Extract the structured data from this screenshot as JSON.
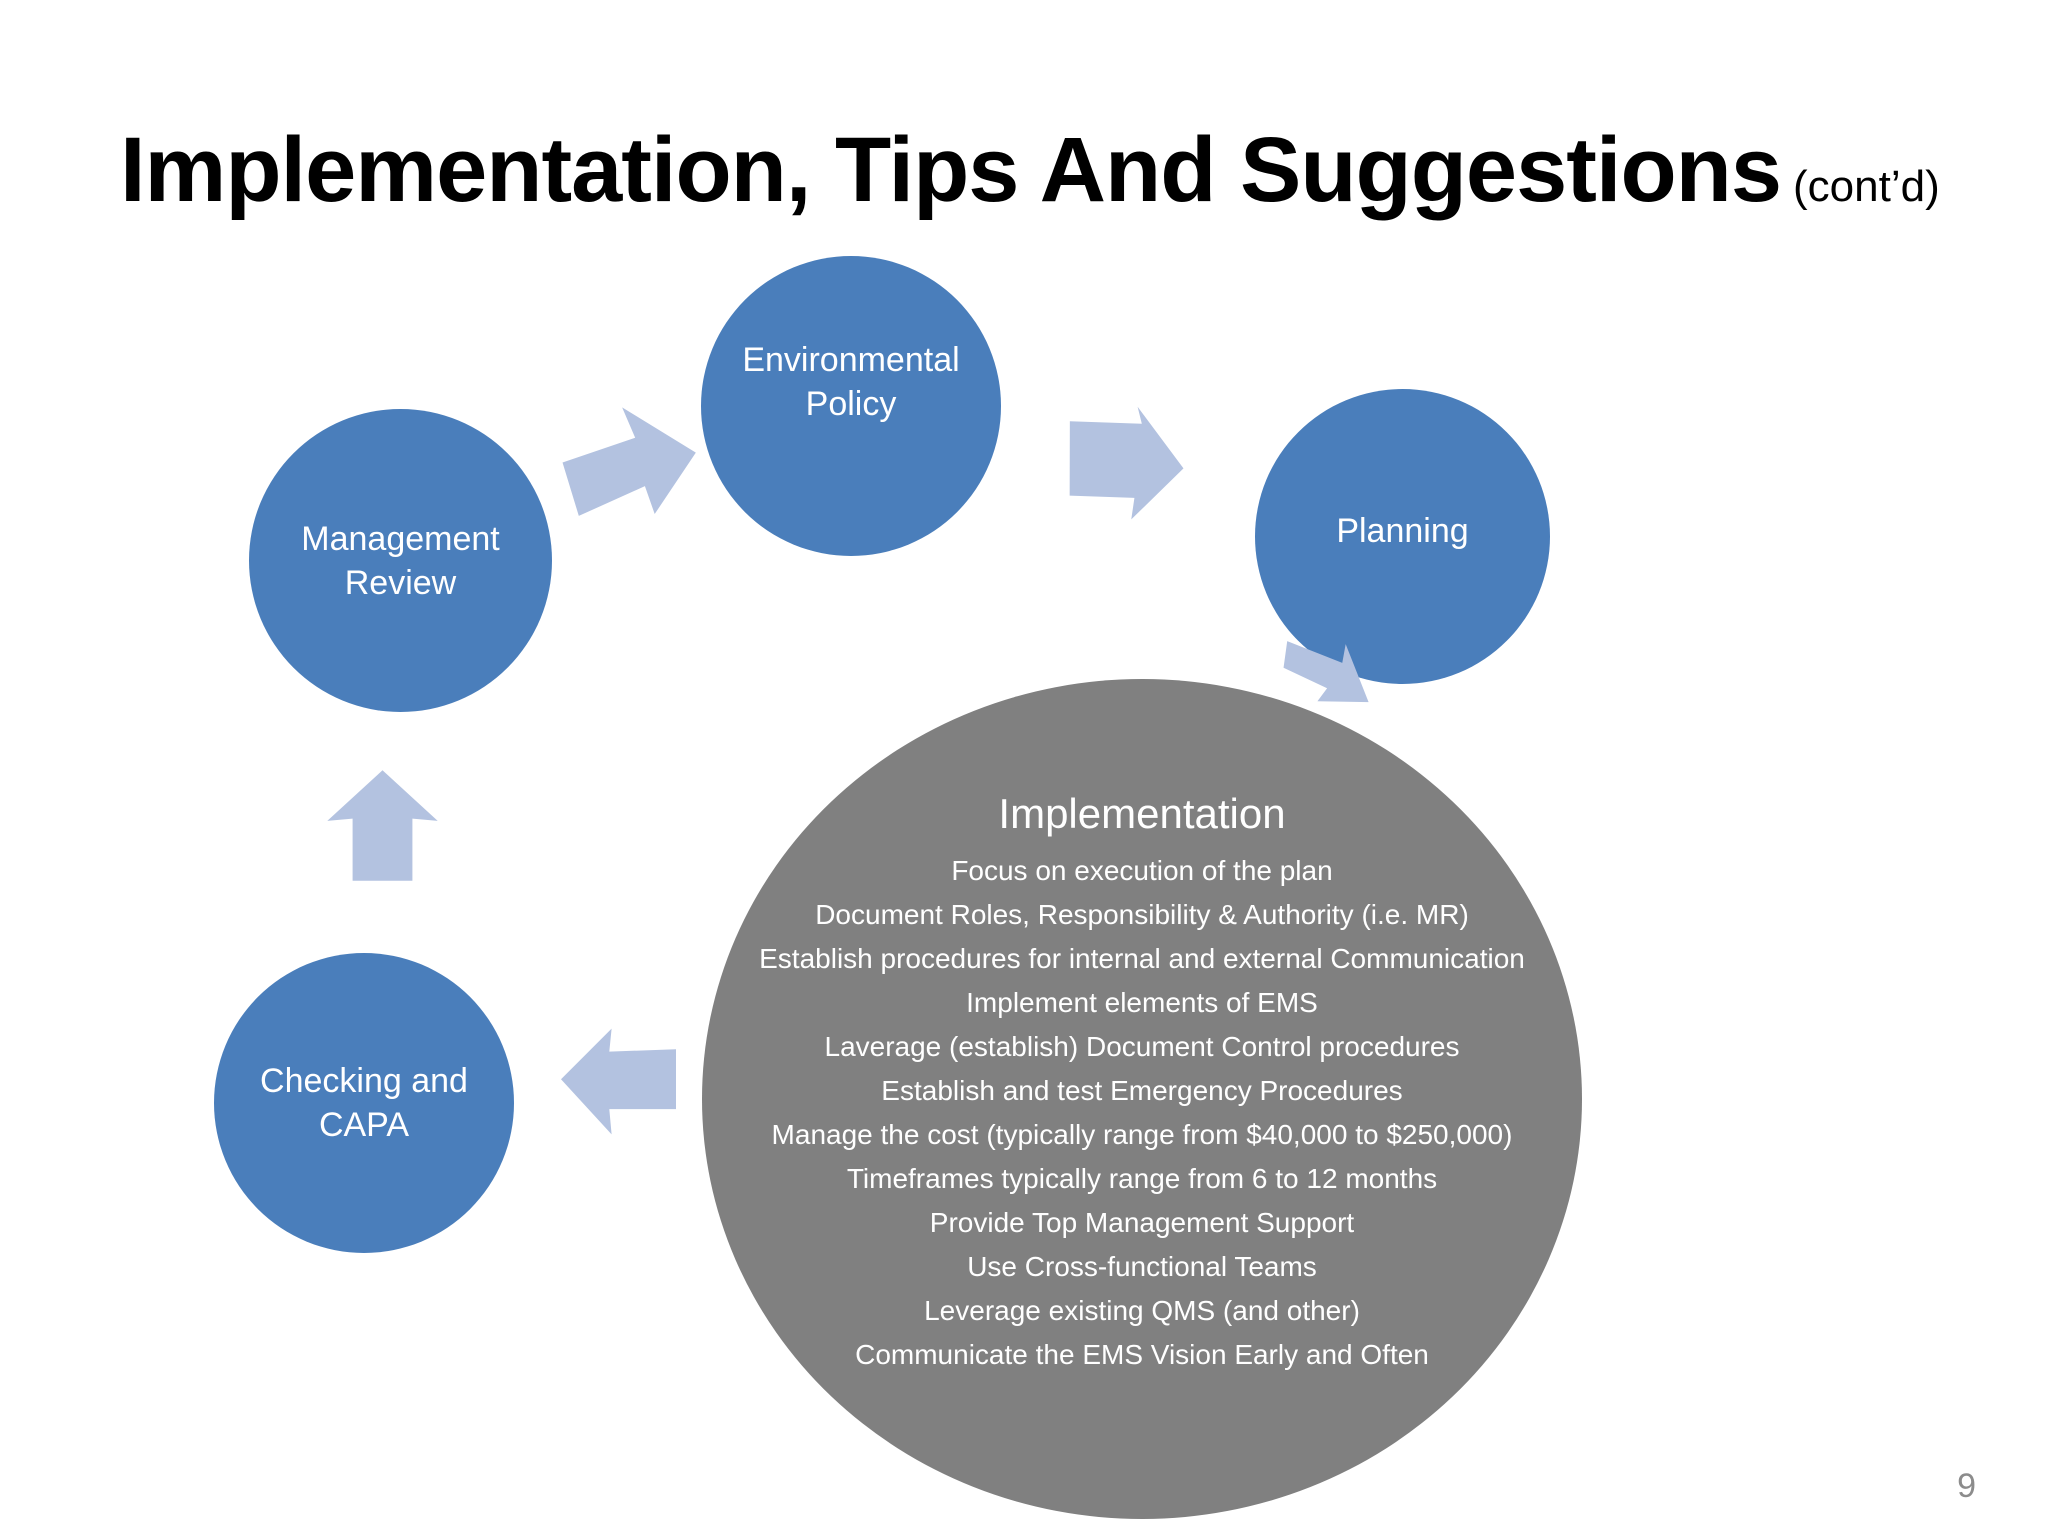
{
  "slide": {
    "title_main": "Implementation, Tips And Suggestions",
    "title_suffix": "(cont’d)",
    "page_number": "9",
    "background_color": "#ffffff"
  },
  "colors": {
    "node_blue": "#4a7ebb",
    "implementation_gray": "#808080",
    "arrow_blue": "#b3c2e0",
    "title_black": "#000000",
    "page_number_gray": "#8c8c8c",
    "node_text_white": "#ffffff"
  },
  "cycle": {
    "nodes": [
      {
        "id": "management-review",
        "label": "Management\nReview"
      },
      {
        "id": "environmental-policy",
        "label": "Environmental\nPolicy"
      },
      {
        "id": "planning",
        "label": "Planning"
      },
      {
        "id": "implementation",
        "label": "Implementation"
      },
      {
        "id": "checking-capa",
        "label": "Checking and\nCAPA"
      }
    ],
    "arrows": [
      {
        "id": "arrow-review-to-policy",
        "from": "management-review",
        "to": "environmental-policy",
        "direction": "right"
      },
      {
        "id": "arrow-policy-to-planning",
        "from": "environmental-policy",
        "to": "planning",
        "direction": "right"
      },
      {
        "id": "arrow-planning-to-implementation",
        "from": "planning",
        "to": "implementation",
        "direction": "down-right"
      },
      {
        "id": "arrow-implementation-to-checking",
        "from": "implementation",
        "to": "checking-capa",
        "direction": "left"
      },
      {
        "id": "arrow-checking-to-review",
        "from": "checking-capa",
        "to": "management-review",
        "direction": "up"
      }
    ]
  },
  "implementation": {
    "heading": "Implementation",
    "bullets": [
      "Focus on execution of the plan",
      "Document Roles, Responsibility & Authority (i.e. MR)",
      "Establish procedures for internal and external Communication",
      "Implement elements of EMS",
      "Laverage (establish) Document Control procedures",
      "Establish and test Emergency Procedures",
      "Manage the cost (typically range from $40,000  to $250,000)",
      "Timeframes typically range from 6 to 12 months",
      "Provide Top Management Support",
      "Use Cross-functional Teams",
      "Leverage existing QMS (and other)",
      "Communicate the EMS Vision Early and Often"
    ]
  }
}
